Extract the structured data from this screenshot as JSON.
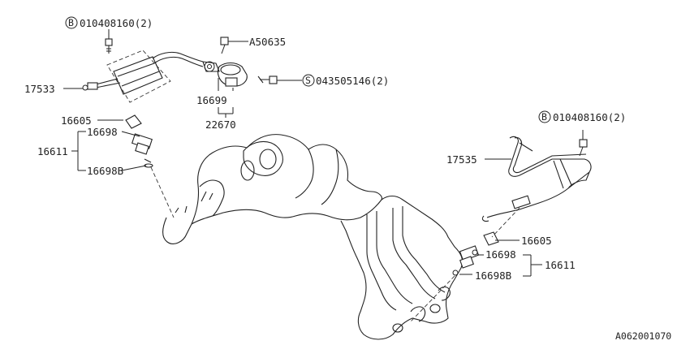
{
  "callouts": {
    "bolt_b_left": {
      "symbol": "B",
      "text": "010408160(2)"
    },
    "bolt_b_right": {
      "symbol": "B",
      "text": "010408160(2)"
    },
    "screw_s": {
      "symbol": "S",
      "text": "043505146(2)"
    },
    "a50635": "A50635",
    "p17533": "17533",
    "p17535": "17535",
    "p16699": "16699",
    "p22670": "22670",
    "p16605_left": "16605",
    "p16605_right": "16605",
    "p16698_left": "16698",
    "p16698_right": "16698",
    "p16611_left": "16611",
    "p16611_right": "16611",
    "p16698b_left": "16698B",
    "p16698b_right": "16698B"
  },
  "diagram_id": "A062001070"
}
